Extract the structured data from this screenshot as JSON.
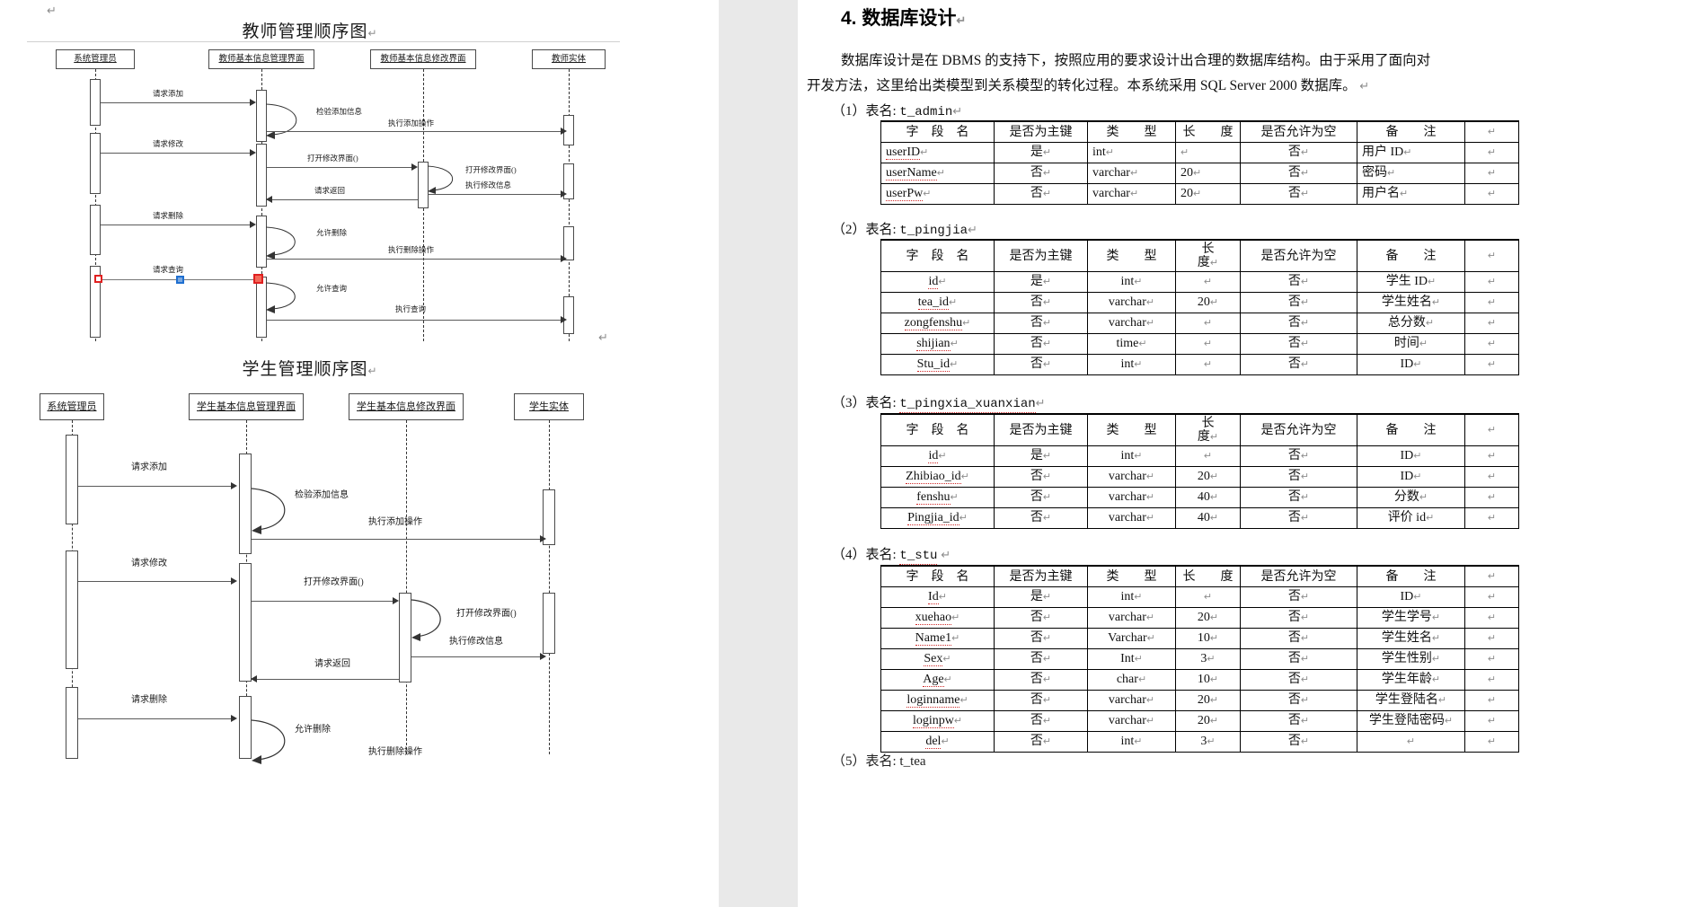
{
  "document": {
    "heading": "4. 数据库设计",
    "paragraph_lines": [
      "数据库设计是在 DBMS 的支持下，按照应用的要求设计出合理的数据库结构。由于采用了面向对",
      "开发方法，这里给出类模型到关系模型的转化过程。本系统采用 SQL Server 2000 数据库。"
    ],
    "pilcrow": "↵",
    "tables": [
      {
        "caption_prefix": "（1）表名:",
        "table_name": "t_admin",
        "headers": [
          "字　段　名",
          "是否为主键",
          "类　　型",
          "长　　度",
          "是否允许为空",
          "备　　注"
        ],
        "rows": [
          {
            "field": "userID",
            "pk": "是",
            "type": "int",
            "len": "",
            "nullable": "否",
            "note": "用户 ID"
          },
          {
            "field": "userName",
            "pk": "否",
            "type": "varchar",
            "len": "20",
            "nullable": "否",
            "note": "密码"
          },
          {
            "field": "userPw",
            "pk": "否",
            "type": "varchar",
            "len": "20",
            "nullable": "否",
            "note": "用户名"
          }
        ]
      },
      {
        "caption_prefix": "（2）表名:",
        "table_name": "t_pingjia",
        "headers": [
          "字　段　名",
          "是否为主键",
          "类　　型",
          "长\n度",
          "是否允许为空",
          "备　　注"
        ],
        "rows": [
          {
            "field": "id",
            "pk": "是",
            "type": "int",
            "len": "",
            "nullable": "否",
            "note": "学生 ID"
          },
          {
            "field": "tea_id",
            "pk": "否",
            "type": "varchar",
            "len": "20",
            "nullable": "否",
            "note": "学生姓名"
          },
          {
            "field": "zongfenshu",
            "pk": "否",
            "type": "varchar",
            "len": "",
            "nullable": "否",
            "note": "总分数"
          },
          {
            "field": "shijian",
            "pk": "否",
            "type": "time",
            "len": "",
            "nullable": "否",
            "note": "时间"
          },
          {
            "field": "Stu_id",
            "pk": "否",
            "type": "int",
            "len": "",
            "nullable": "否",
            "note": "ID"
          }
        ]
      },
      {
        "caption_prefix": "（3）表名:",
        "table_name": "t_pingxia_xuanxian",
        "headers": [
          "字　段　名",
          "是否为主键",
          "类　　型",
          "长\n度",
          "是否允许为空",
          "备　　注"
        ],
        "rows": [
          {
            "field": "id",
            "pk": "是",
            "type": "int",
            "len": "",
            "nullable": "否",
            "note": "ID"
          },
          {
            "field": "Zhibiao_id",
            "pk": "否",
            "type": "varchar",
            "len": "20",
            "nullable": "否",
            "note": "ID"
          },
          {
            "field": "fenshu",
            "pk": "否",
            "type": "varchar",
            "len": "40",
            "nullable": "否",
            "note": "分数"
          },
          {
            "field": "Pingjia_id",
            "pk": "否",
            "type": "varchar",
            "len": "40",
            "nullable": "否",
            "note": "评价 id"
          }
        ]
      },
      {
        "caption_prefix": "（4）表名:",
        "table_name": "t_stu",
        "headers": [
          "字　段　名",
          "是否为主键",
          "类　　型",
          "长　　度",
          "是否允许为空",
          "备　　注"
        ],
        "rows": [
          {
            "field": "Id",
            "pk": "是",
            "type": "int",
            "len": "",
            "nullable": "否",
            "note": "ID"
          },
          {
            "field": "xuehao",
            "pk": "否",
            "type": "varchar",
            "len": "20",
            "nullable": "否",
            "note": "学生学号"
          },
          {
            "field": "Name1",
            "pk": "否",
            "type": "Varchar",
            "len": "10",
            "nullable": "否",
            "note": "学生姓名"
          },
          {
            "field": "Sex",
            "pk": "否",
            "type": "Int",
            "len": "3",
            "nullable": "否",
            "note": "学生性别"
          },
          {
            "field": "Age",
            "pk": "否",
            "type": "char",
            "len": "10",
            "nullable": "否",
            "note": "学生年龄"
          },
          {
            "field": "loginname",
            "pk": "否",
            "type": "varchar",
            "len": "20",
            "nullable": "否",
            "note": "学生登陆名"
          },
          {
            "field": "loginpw",
            "pk": "否",
            "type": "varchar",
            "len": "20",
            "nullable": "否",
            "note": "学生登陆密码"
          },
          {
            "field": "del",
            "pk": "否",
            "type": "int",
            "len": "3",
            "nullable": "否",
            "note": ""
          }
        ]
      }
    ],
    "next_caption": "（5）表名: t_tea"
  },
  "diagrams": [
    {
      "title": "教师管理顺序图",
      "actors": [
        "系统管理员",
        "教师基本信息管理界面",
        "教师基本信息修改界面",
        "教师实体"
      ],
      "messages": [
        "请求添加",
        "检验添加信息",
        "执行添加操作",
        "请求修改",
        "打开修改界面()",
        "打开修改界面()",
        "执行修改信息",
        "请求返回",
        "请求删除",
        "允许删除",
        "执行删除操作",
        "请求查询",
        "允许查询",
        "执行查询"
      ]
    },
    {
      "title": "学生管理顺序图",
      "actors": [
        "系统管理员",
        "学生基本信息管理界面",
        "学生基本信息修改界面",
        "学生实体"
      ],
      "messages": [
        "请求添加",
        "检验添加信息",
        "执行添加操作",
        "请求修改",
        "打开修改界面()",
        "打开修改界面()",
        "执行修改信息",
        "请求返回",
        "请求删除",
        "允许删除",
        "执行删除操作"
      ]
    }
  ],
  "selection_handles": {
    "left_handle": "resize-handle-start",
    "mid_handle": "resize-handle-mid",
    "right_handle": "resize-handle-end"
  },
  "colors": {
    "handle_red": "#e02020",
    "handle_red_fill": "#f26a5a",
    "handle_blue": "#1f6fd0",
    "gutter": "#e9e9e9",
    "spellcheck_underline": "#d02a2a"
  }
}
